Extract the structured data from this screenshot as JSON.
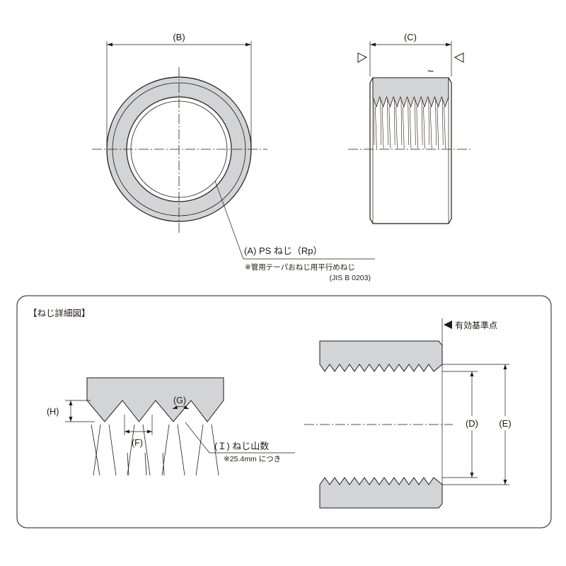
{
  "top_view": {
    "dim_b": "(B)",
    "dim_c": "(C)",
    "wave_symbol": "~",
    "thread_label": "(A) PS ねじ（Rp）",
    "note_line1": "※管用テーパおねじ用平行めねじ",
    "note_line2": "(JIS B 0203)"
  },
  "detail": {
    "title": "【ねじ詳細図】",
    "dim_h": "(H)",
    "dim_g": "(G)",
    "dim_f": "(F)",
    "thread_count_label": "(Ｉ) ねじ山数",
    "thread_count_note": "※25.4mm につき",
    "reference_point": "有効基準点",
    "dim_d": "(D)",
    "dim_e": "(E)"
  },
  "colors": {
    "ink": "#231815",
    "fill_gray": "#d3d4d5"
  }
}
